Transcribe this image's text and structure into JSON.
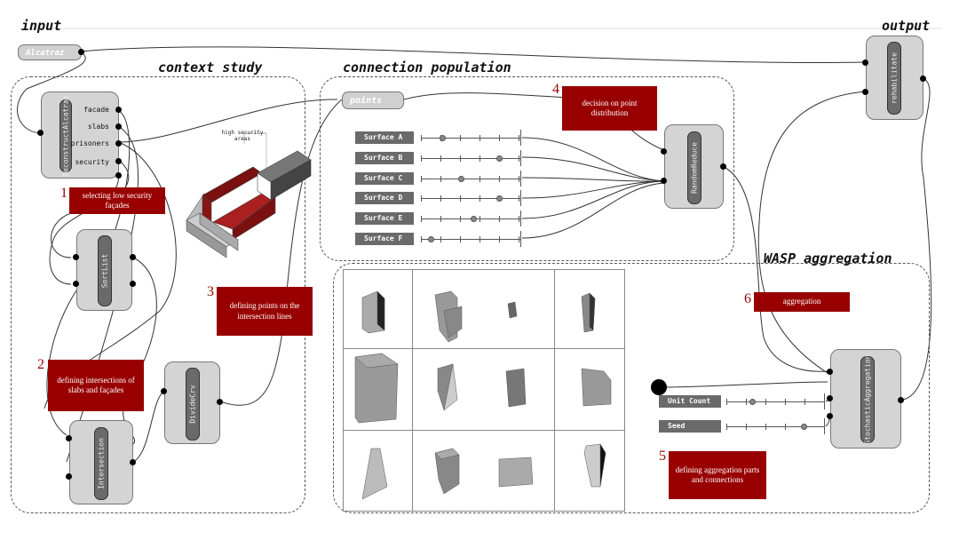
{
  "sections": {
    "input": "input",
    "output": "output",
    "context_study": "context study",
    "connection_population": "connection population",
    "wasp_aggregation": "WASP aggregation"
  },
  "params": {
    "alcatraz": "Alcatraz",
    "points": "points"
  },
  "components": {
    "deconstruct": {
      "name": "DeconstructAlcatraz",
      "outputs": [
        "facade",
        "slabs",
        "prisoners",
        "security"
      ]
    },
    "sortlist": "SortList",
    "intersection": "Intersection",
    "divide": "DivideCrv",
    "randomreduce": "RandomReduce",
    "stochastic": "StochasticAggregation",
    "rehabilitate": "rehabilitate"
  },
  "surfaces": [
    {
      "label": "Surface A",
      "value": 0.2
    },
    {
      "label": "Surface B",
      "value": 0.82
    },
    {
      "label": "Surface C",
      "value": 0.4
    },
    {
      "label": "Surface D",
      "value": 0.82
    },
    {
      "label": "Surface E",
      "value": 0.54
    },
    {
      "label": "Surface F",
      "value": 0.08
    }
  ],
  "wasp_sliders": [
    {
      "label": "Unit Count",
      "value": 0.25
    },
    {
      "label": "Seed",
      "value": 0.82
    }
  ],
  "model_note": "high security\nareas",
  "callouts": [
    {
      "num": "1",
      "text": "selecting low security façades"
    },
    {
      "num": "2",
      "text": "defining intersections of slabs and façades"
    },
    {
      "num": "3",
      "text": "defining points on the intersection lines"
    },
    {
      "num": "4",
      "text": "decision on point distribution"
    },
    {
      "num": "5",
      "text": "defining aggregation parts and connections"
    },
    {
      "num": "6",
      "text": "aggregation"
    }
  ],
  "colors": {
    "accent": "#980000",
    "component": "#d4d4d4",
    "pill": "#6a6a6a",
    "wire": "#333333"
  }
}
